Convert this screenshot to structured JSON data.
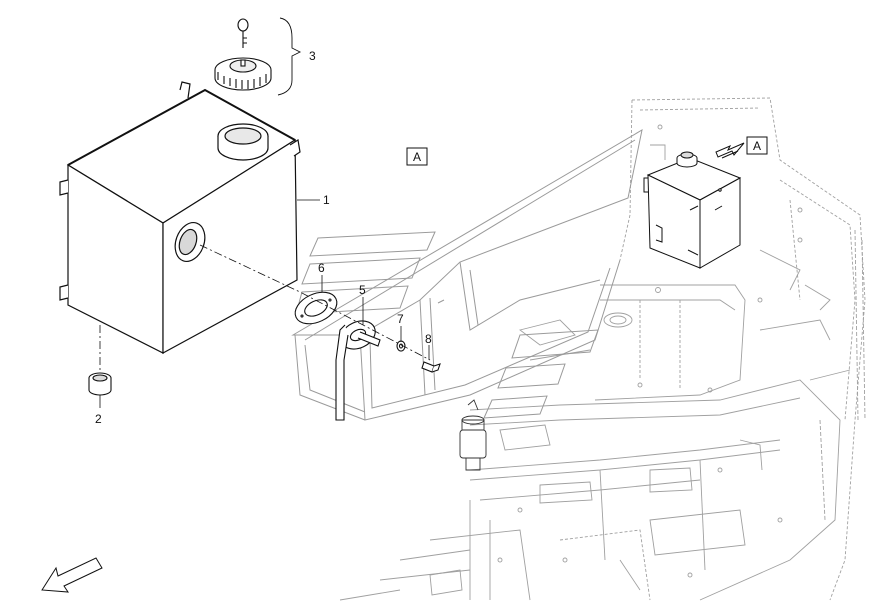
{
  "callouts": {
    "tank": "1",
    "drain_plug": "2",
    "cap_assembly": "3",
    "sender": "5",
    "gasket": "6",
    "washer": "7",
    "screw": "8"
  },
  "view_markers": {
    "detail": "A",
    "location": "A"
  },
  "colors": {
    "line": "#222222",
    "faint": "#9a9a9a",
    "background": "#ffffff"
  }
}
